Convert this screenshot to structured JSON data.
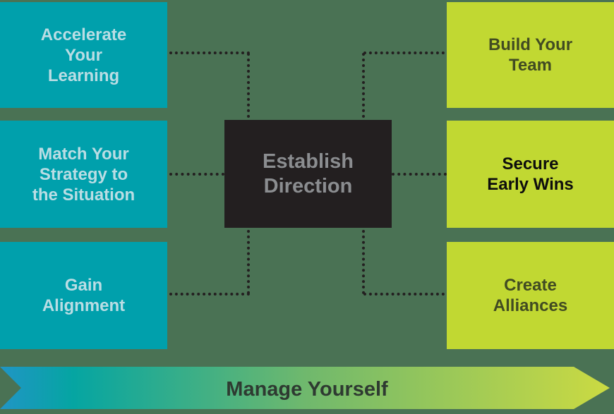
{
  "colors": {
    "background": "#4a7254",
    "teal_box": "#00a0ac",
    "teal_box_text": "#badde4",
    "green_box": "#c1d832",
    "green_box_text": "#414b22",
    "green_box_text_emphasis": "#0d0d0d",
    "center_box": "#231f20",
    "center_box_text": "#8b8d90",
    "connector_dots": "#231f20",
    "arrow_text": "#2e3a31",
    "arrow_gradient": [
      "#2095c5",
      "#05a5a2",
      "#6fb86d",
      "#cbda42"
    ]
  },
  "left_column": {
    "items": [
      {
        "label": "Accelerate\nYour\nLearning"
      },
      {
        "label": "Match Your\nStrategy to\nthe Situation"
      },
      {
        "label": "Gain\nAlignment"
      }
    ]
  },
  "center": {
    "label": "Establish\nDirection"
  },
  "right_column": {
    "items": [
      {
        "label": "Build Your\nTeam"
      },
      {
        "label": "Secure\nEarly Wins"
      },
      {
        "label": "Create\nAlliances"
      }
    ]
  },
  "bottom_arrow": {
    "label": "Manage Yourself"
  }
}
